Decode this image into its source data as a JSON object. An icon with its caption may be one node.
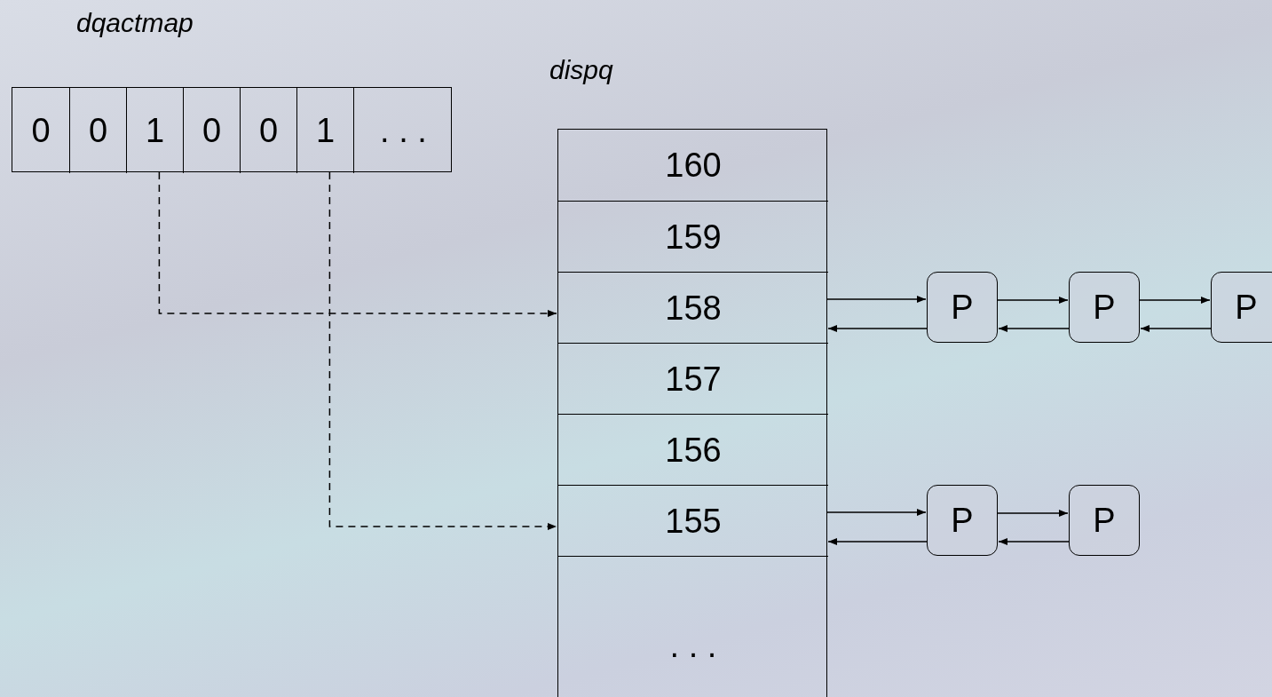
{
  "diagram": {
    "nodes": [
      {
        "text": [
          "dqactmap"
        ]
      },
      {
        "text": [
          "0"
        ],
        "in": 0
      },
      {
        "text": [
          "0"
        ],
        "in": 0
      },
      {
        "text": [
          "1"
        ],
        "in": 0
      },
      {
        "text": [
          "0"
        ],
        "in": 0
      },
      {
        "text": [
          "0"
        ],
        "in": 0
      },
      {
        "text": [
          "1"
        ],
        "in": 0
      },
      {
        "text": [
          ". . ."
        ],
        "in": 0
      },
      {
        "text": [
          "dispq"
        ]
      },
      {
        "text": [
          "160"
        ],
        "in": 8
      },
      {
        "text": [
          "159"
        ],
        "in": 8
      },
      {
        "text": [
          "158"
        ],
        "in": 8
      },
      {
        "text": [
          "157"
        ],
        "in": 8
      },
      {
        "text": [
          "156"
        ],
        "in": 8
      },
      {
        "text": [
          "155"
        ],
        "in": 8
      },
      {
        "text": [
          ". . ."
        ],
        "in": 8
      },
      {
        "text": [
          "P"
        ]
      },
      {
        "text": [
          "P"
        ]
      },
      {
        "text": [
          "P"
        ]
      },
      {
        "text": [
          "P"
        ]
      },
      {
        "text": [
          "P"
        ]
      }
    ],
    "edges": [
      {
        "from": 3,
        "to": 11,
        "arrow": "to",
        "style": "dashed"
      },
      {
        "from": 6,
        "to": 14,
        "arrow": "to",
        "style": "dashed"
      },
      {
        "from": 11,
        "to": 16,
        "arrow": "to"
      },
      {
        "from": 16,
        "to": 11,
        "arrow": "to"
      },
      {
        "from": 16,
        "to": 17,
        "arrow": "to"
      },
      {
        "from": 17,
        "to": 16,
        "arrow": "to"
      },
      {
        "from": 17,
        "to": 18,
        "arrow": "to"
      },
      {
        "from": 18,
        "to": 17,
        "arrow": "to"
      },
      {
        "from": 14,
        "to": 19,
        "arrow": "to"
      },
      {
        "from": 19,
        "to": 14,
        "arrow": "to"
      },
      {
        "from": 19,
        "to": 20,
        "arrow": "to"
      },
      {
        "from": 20,
        "to": 19,
        "arrow": "to"
      }
    ]
  }
}
